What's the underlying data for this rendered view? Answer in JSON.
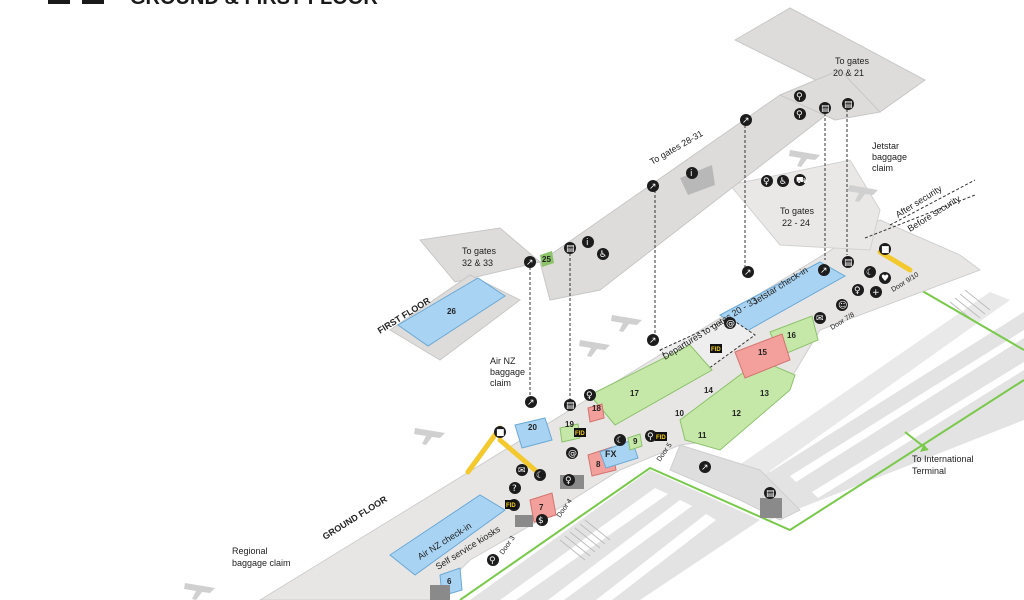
{
  "header": {
    "title_fragment": "GROUND & FIRST FLOOR"
  },
  "floors": {
    "ground": "GROUND FLOOR",
    "first": "FIRST FLOOR"
  },
  "areas": {
    "air_nz_checkin": "Air NZ check-in",
    "self_service": "Self service kiosks",
    "jetstar_checkin": "Jetstar check-in",
    "departures": "Departures to gates 20 - 33"
  },
  "labels": {
    "to_gates_20_21": "To gates 20 & 21",
    "to_gates_28_31": "To gates 28-31",
    "to_gates_32_33": "To gates 32 & 33",
    "to_gates_22_24": "To gates 22 - 24",
    "jetstar_baggage": "Jetstar baggage claim",
    "air_nz_baggage": "Air NZ baggage claim",
    "regional_baggage": "Regional baggage claim",
    "to_international": "To International Terminal",
    "after_security": "After security",
    "before_security": "Before security",
    "fx": "FX"
  },
  "doors": [
    "Door 3",
    "Door 4",
    "Door 5",
    "Door 7/8",
    "Door 9/10"
  ],
  "zones": [
    "6",
    "7",
    "8",
    "9",
    "10",
    "11",
    "12",
    "13",
    "14",
    "15",
    "16",
    "17",
    "18",
    "19",
    "20",
    "25",
    "26"
  ],
  "fid_label": "FID",
  "colors": {
    "floor": "#e7e6e4",
    "first_floor": "#dddcda",
    "blue": "#a9d3f2",
    "green": "#c5e8a8",
    "red": "#f3a09c",
    "yellow": "#f3c92e",
    "road": "#e3e3e3",
    "lane": "#ffffff",
    "green_line": "#79c94a"
  },
  "icons": [
    "escalator-icon",
    "lift-icon",
    "toilets-icon",
    "accessible-icon",
    "baggage-trolley-icon",
    "info-icon",
    "atm-icon",
    "food-icon",
    "cafe-icon",
    "mail-icon",
    "first-aid-icon",
    "internet-icon",
    "baby-change-icon",
    "parents-icon"
  ]
}
